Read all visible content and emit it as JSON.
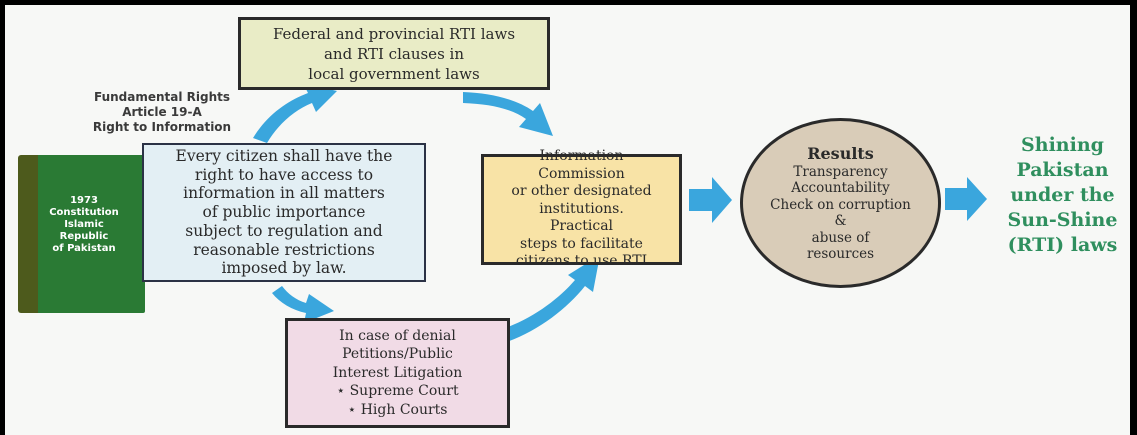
{
  "rights_label": {
    "lines": [
      "Fundamental Rights",
      "Article 19-A",
      "Right to Information"
    ]
  },
  "book": {
    "lines": [
      "1973",
      "Constitution",
      "Islamic",
      "Republic",
      "of Pakistan"
    ]
  },
  "citizen_box": {
    "lines": [
      "Every citizen shall have the",
      "right to have access to",
      "information in all matters",
      "of public importance",
      "subject to regulation and",
      "reasonable restrictions",
      "imposed by law."
    ]
  },
  "laws_box": {
    "lines": [
      "Federal and provincial RTI laws",
      "and RTI clauses in",
      "local government laws"
    ]
  },
  "commission_box": {
    "lines": [
      "Information",
      "Commission",
      "or other designated",
      "institutions.",
      "Practical",
      "steps to facilitate",
      "citizens to use RTI"
    ]
  },
  "litigation_box": {
    "lines": [
      "In case of denial",
      "Petitions/Public",
      "Interest Litigation",
      "⋆ Supreme Court",
      "⋆ High Courts"
    ]
  },
  "results": {
    "title": "Results",
    "lines": [
      "Transparency",
      "Accountability",
      "Check on corruption",
      "&",
      "abuse of",
      "resources"
    ]
  },
  "conclusion": {
    "lines": [
      "Shining",
      "Pakistan",
      "under the",
      "Sun-Shine",
      "(RTI) laws"
    ]
  },
  "colors": {
    "arrow": "#3aa6dd",
    "conclusion_text": "#2f8f5e",
    "book_cover": "#2a7a34"
  }
}
